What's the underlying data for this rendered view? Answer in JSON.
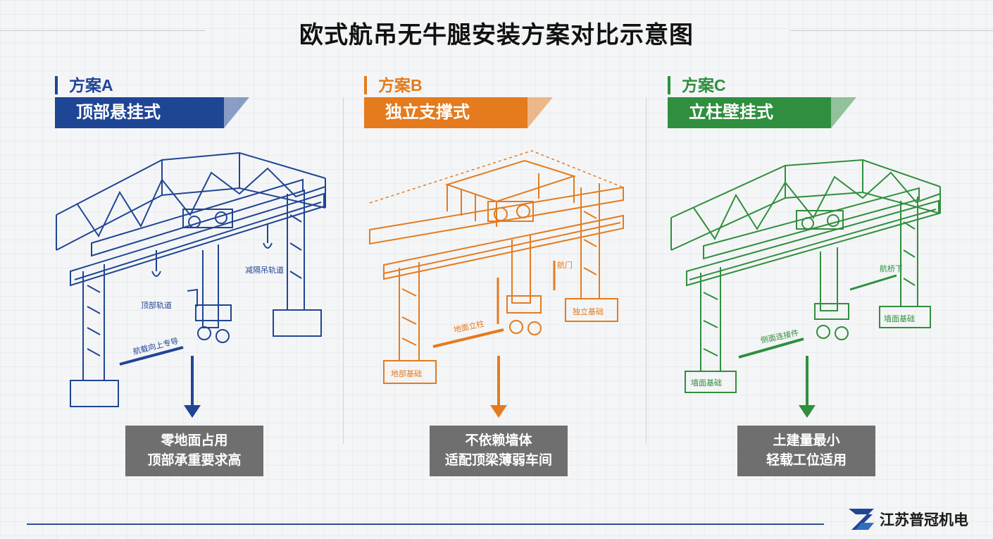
{
  "title": "欧式航吊无牛腿安装方案对比示意图",
  "colors": {
    "a": "#1f4595",
    "b": "#e47b1e",
    "c": "#2f8f3e",
    "result_box": "#6f6f6f"
  },
  "schemes": [
    {
      "label": "方案A",
      "name": "顶部悬挂式",
      "callouts": [
        "减隔吊轨道",
        "顶部轨道",
        "航载向上专导"
      ],
      "result_lines": [
        "零地面占用",
        "顶部承重要求高"
      ]
    },
    {
      "label": "方案B",
      "name": "独立支撑式",
      "callouts": [
        "航门",
        "地面立柱",
        "独立基础",
        "地部基础"
      ],
      "result_lines": [
        "不依赖墙体",
        "适配顶梁薄弱车间"
      ]
    },
    {
      "label": "方案C",
      "name": "立柱壁挂式",
      "callouts": [
        "航桥下",
        "侧面连接件",
        "墙面基础",
        "墙面基础"
      ],
      "result_lines": [
        "土建量最小",
        "轻载工位适用"
      ]
    }
  ],
  "brand": {
    "name": "江苏普冠机电",
    "icon": "pg-logo-icon"
  }
}
